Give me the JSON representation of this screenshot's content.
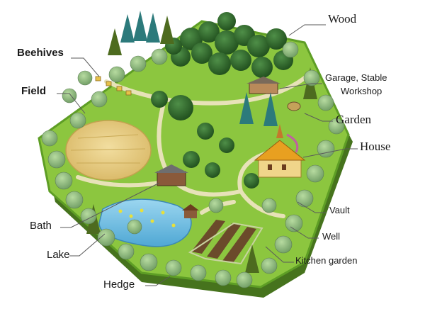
{
  "labels": {
    "wood": "Wood",
    "beehives": "Beehives",
    "field": "Field",
    "garage_line1": "Garage, Stable",
    "garage_line2": "Workshop",
    "garden": "Garden",
    "house": "House",
    "vault": "Vault",
    "well": "Well",
    "kitchen_garden": "Kitchen garden",
    "bath": "Bath",
    "lake": "Lake",
    "hedge": "Hedge"
  },
  "colors": {
    "grass": "#8cc63f",
    "grass_dark": "#5e9e25",
    "edge": "#4f7f1f",
    "path": "#e7e2b8",
    "field": "#e9d08a",
    "lake": "#7cc4e8",
    "soil": "#6b4a2b",
    "tree": "#2f6b2a",
    "conifer": "#2c7a7b",
    "leader": "#5a5a5a"
  }
}
